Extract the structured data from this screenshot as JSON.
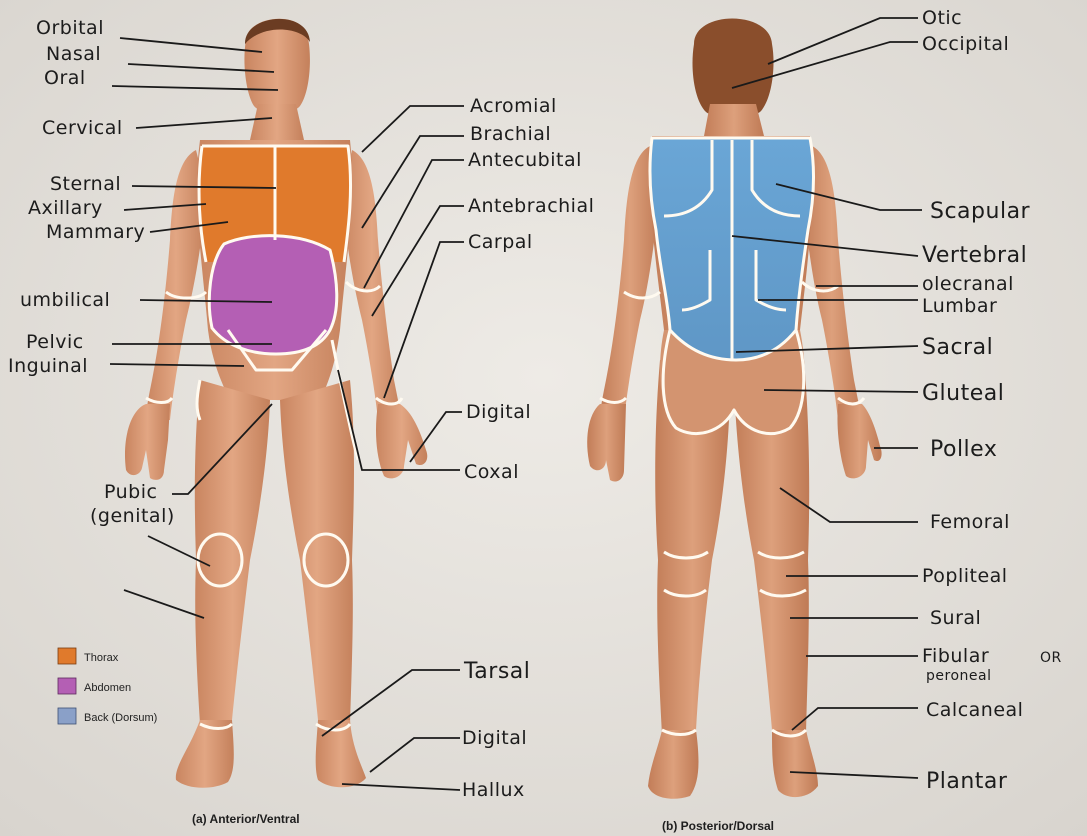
{
  "anterior_labels": {
    "orbital": "Orbital",
    "nasal": "Nasal",
    "oral": "Oral",
    "cervical": "Cervical",
    "sternal": "Sternal",
    "axillary": "Axillary",
    "mammary": "Mammary",
    "umbilical": "umbilical",
    "pelvic": "Pelvic",
    "inguinal": "Inguinal",
    "pubic_line1": "Pubic",
    "pubic_line2": "(genital)",
    "acromial": "Acromial",
    "brachial": "Brachial",
    "antecubital": "Antecubital",
    "antebrachial": "Antebrachial",
    "carpal": "Carpal",
    "digital_hand": "Digital",
    "coxal": "Coxal",
    "tarsal": "Tarsal",
    "digital_foot": "Digital",
    "hallux": "Hallux"
  },
  "posterior_labels": {
    "otic": "Otic",
    "occipital": "Occipital",
    "scapular": "Scapular",
    "vertebral": "Vertebral",
    "olecranal": "olecranal",
    "lumbar": "Lumbar",
    "sacral": "Sacral",
    "gluteal": "Gluteal",
    "pollex": "Pollex",
    "femoral": "Femoral",
    "popliteal": "Popliteal",
    "sural": "Sural",
    "fibular_line1": "Fibular",
    "fibular_or": "OR",
    "fibular_line2": "peroneal",
    "calcaneal": "Calcaneal",
    "plantar": "Plantar"
  },
  "legend": [
    {
      "label": "Thorax",
      "color": "#e07a2c"
    },
    {
      "label": "Abdomen",
      "color": "#b45fb4"
    },
    {
      "label": "Back (Dorsum)",
      "color": "#8aa0c8"
    }
  ],
  "captions": {
    "anterior": "(a) Anterior/Ventral",
    "posterior": "(b) Posterior/Dorsal"
  },
  "colors": {
    "thorax": "#e07a2c",
    "abdomen": "#b45fb4",
    "back": "#6fa8d4",
    "skin": "#d99a74"
  }
}
